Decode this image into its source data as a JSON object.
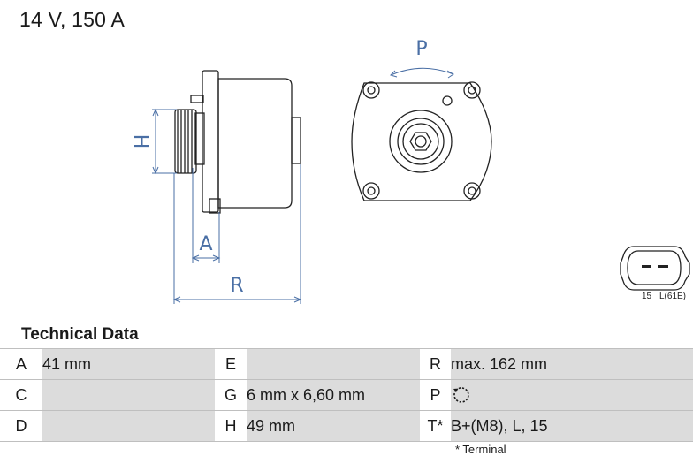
{
  "header": {
    "title": "14 V, 150 A"
  },
  "drawing": {
    "dimension_labels": {
      "p": "P",
      "h": "H",
      "a": "A",
      "r": "R"
    },
    "connector": {
      "left_label": "15",
      "right_label": "L(61E)"
    }
  },
  "technical_data": {
    "title": "Technical Data",
    "rows": [
      [
        {
          "key": "A",
          "value": "41 mm"
        },
        {
          "key": "E",
          "value": ""
        },
        {
          "key": "R",
          "value": "max. 162 mm"
        }
      ],
      [
        {
          "key": "C",
          "value": ""
        },
        {
          "key": "G",
          "value": "6 mm x 6,60 mm"
        },
        {
          "key": "P",
          "value": "",
          "icon": "rotation-direction-icon"
        }
      ],
      [
        {
          "key": "D",
          "value": ""
        },
        {
          "key": "H",
          "value": "49 mm"
        },
        {
          "key": "T*",
          "value": "B+(M8), L, 15"
        }
      ]
    ],
    "footnote": "* Terminal"
  },
  "colors": {
    "dimension_lines": "#4a6fa5",
    "value_cell_bg": "#dcdcdc",
    "drawing_lines": "#222222"
  }
}
